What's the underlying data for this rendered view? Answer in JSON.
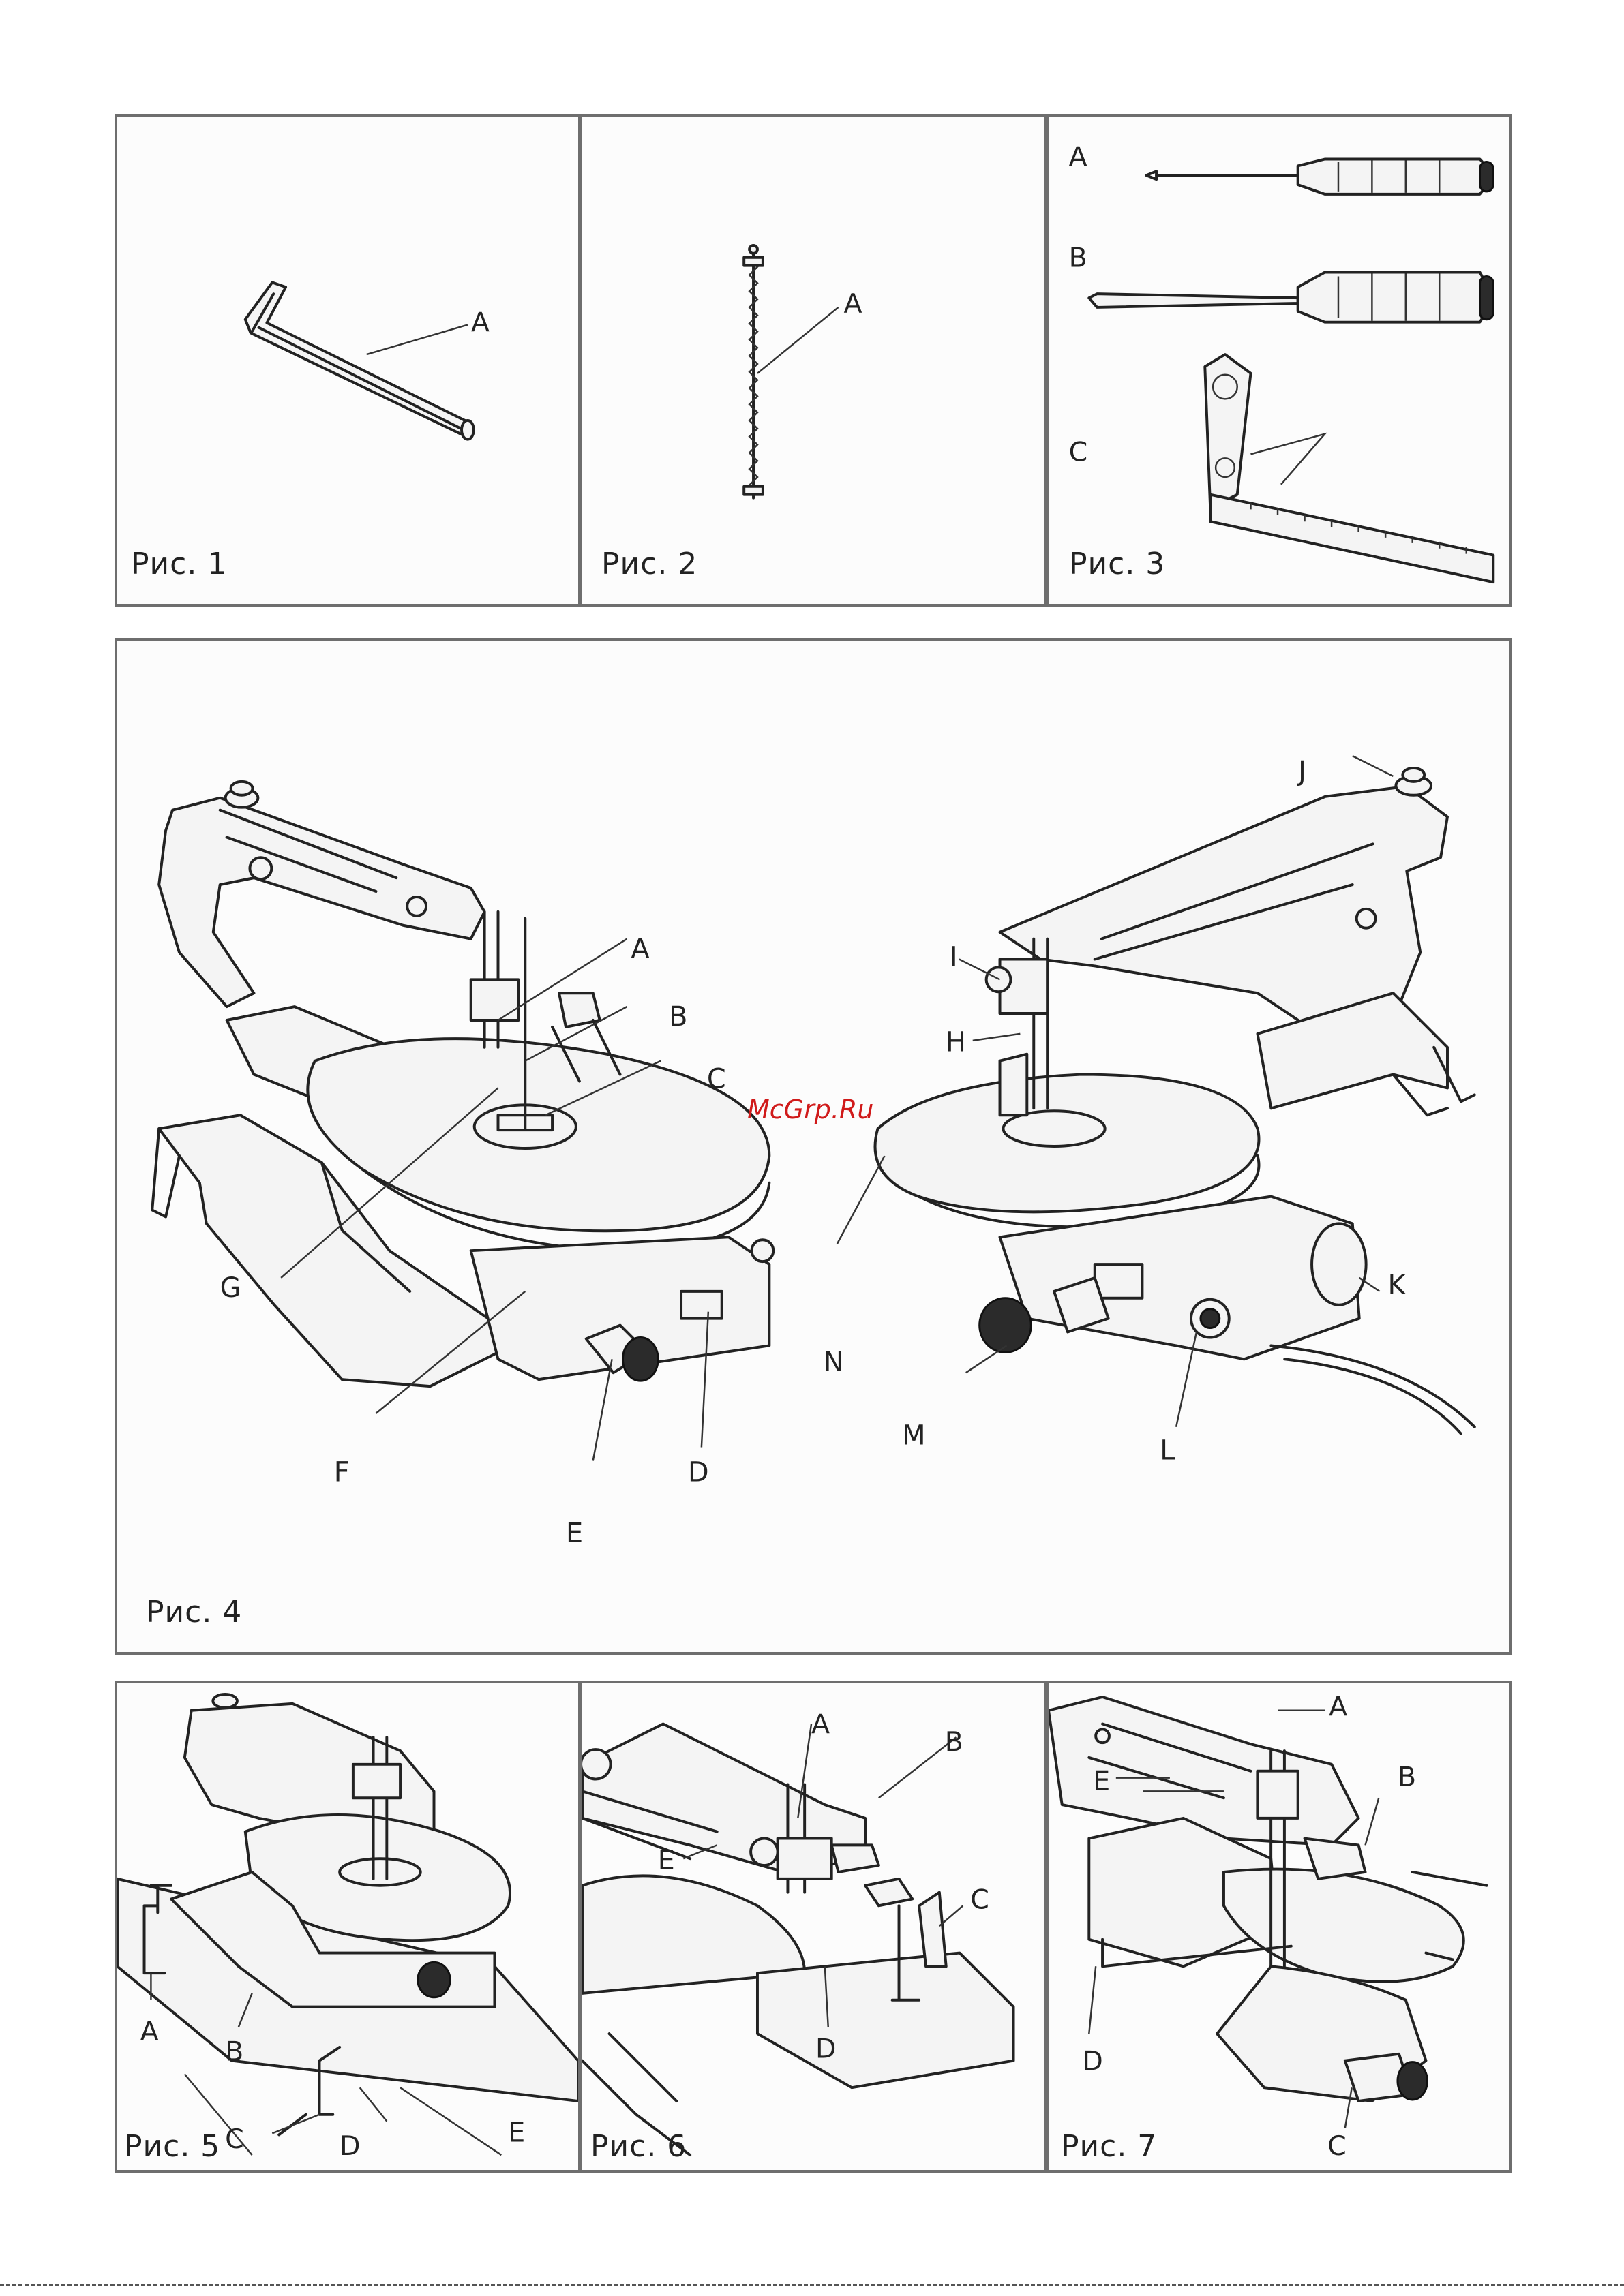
{
  "figures": {
    "fig1": {
      "caption": "Рис. 1",
      "labels": {
        "a": "A"
      }
    },
    "fig2": {
      "caption": "Рис. 2",
      "labels": {
        "a": "A"
      }
    },
    "fig3": {
      "caption": "Рис. 3",
      "labels": {
        "a": "A",
        "b": "B",
        "c": "C"
      }
    },
    "fig4": {
      "caption": "Рис. 4",
      "labels": {
        "a": "A",
        "b": "B",
        "c": "C",
        "d": "D",
        "e": "E",
        "f": "F",
        "g": "G",
        "h": "H",
        "i": "I",
        "j": "J",
        "k": "K",
        "l": "L",
        "m": "M",
        "n": "N"
      }
    },
    "fig5": {
      "caption": "Рис. 5",
      "labels": {
        "a": "A",
        "b": "B",
        "c": "C",
        "d": "D",
        "e": "E"
      }
    },
    "fig6": {
      "caption": "Рис. 6",
      "labels": {
        "a": "A",
        "b": "B",
        "c": "C",
        "d": "D",
        "e": "E"
      }
    },
    "fig7": {
      "caption": "Рис. 7",
      "labels": {
        "a": "A",
        "b": "B",
        "c": "C",
        "d": "D",
        "e": "E"
      }
    }
  },
  "watermark": "McGrp.Ru",
  "colors": {
    "border": "#6e6e6e",
    "ink": "#222222",
    "watermark": "#d01a1a"
  }
}
